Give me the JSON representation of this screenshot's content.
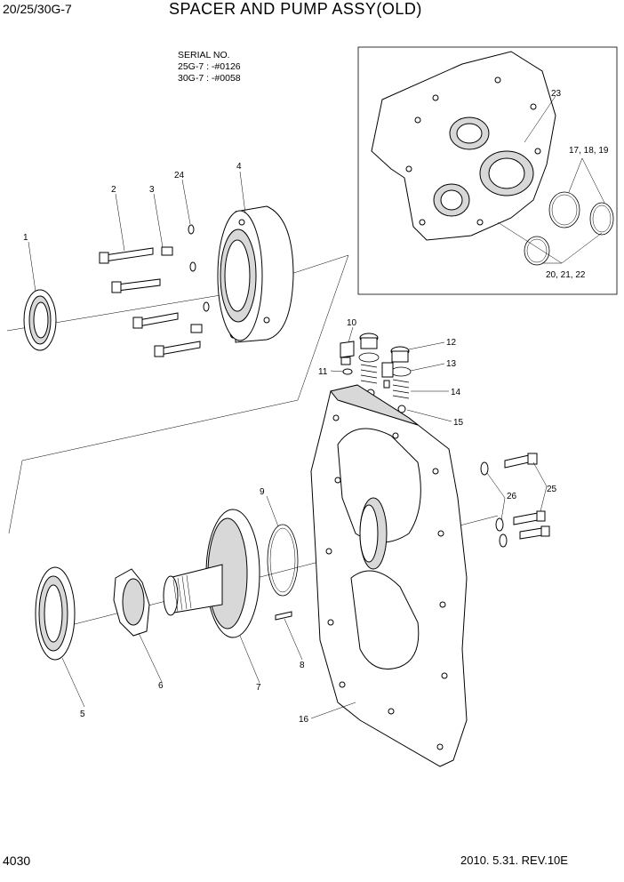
{
  "header": {
    "model": "20/25/30G-7",
    "title": "SPACER AND PUMP ASSY(OLD)"
  },
  "serial": {
    "heading": "SERIAL NO.",
    "line1": "25G-7 : -#0126",
    "line2": "30G-7 : -#0058"
  },
  "callouts": {
    "c1": "1",
    "c2": "2",
    "c3": "3",
    "c4": "4",
    "c5": "5",
    "c6": "6",
    "c7": "7",
    "c8": "8",
    "c9": "9",
    "c10": "10",
    "c11": "11",
    "c12": "12",
    "c13": "13",
    "c14": "14",
    "c15": "15",
    "c16": "16",
    "c17": "17, 18, 19",
    "c20": "20, 21, 22",
    "c23": "23",
    "c24": "24",
    "c25": "25",
    "c26": "26"
  },
  "footer": {
    "page": "4030",
    "revision": "2010. 5.31.  REV.10E"
  }
}
